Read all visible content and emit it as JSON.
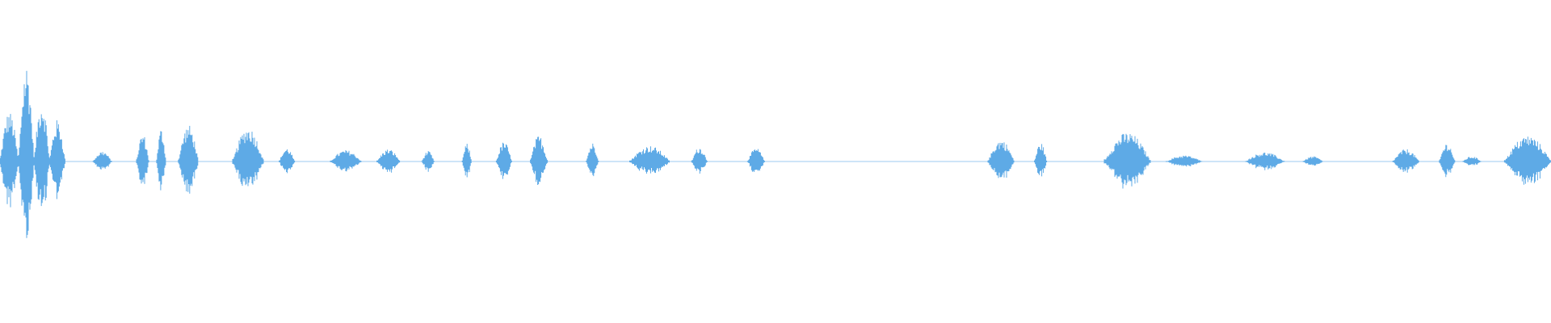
{
  "waveform": {
    "color": "#5eaae6",
    "baseline_color": "#9ccbf0",
    "segments": [
      {
        "start": 0.0,
        "end": 0.012,
        "amp": 0.48
      },
      {
        "start": 0.012,
        "end": 0.022,
        "amp": 0.95
      },
      {
        "start": 0.022,
        "end": 0.032,
        "amp": 0.6
      },
      {
        "start": 0.032,
        "end": 0.042,
        "amp": 0.4
      },
      {
        "start": 0.06,
        "end": 0.072,
        "amp": 0.1
      },
      {
        "start": 0.088,
        "end": 0.096,
        "amp": 0.27
      },
      {
        "start": 0.101,
        "end": 0.107,
        "amp": 0.32
      },
      {
        "start": 0.115,
        "end": 0.128,
        "amp": 0.35
      },
      {
        "start": 0.15,
        "end": 0.17,
        "amp": 0.33
      },
      {
        "start": 0.18,
        "end": 0.19,
        "amp": 0.13
      },
      {
        "start": 0.213,
        "end": 0.233,
        "amp": 0.11
      },
      {
        "start": 0.243,
        "end": 0.258,
        "amp": 0.12
      },
      {
        "start": 0.272,
        "end": 0.28,
        "amp": 0.1
      },
      {
        "start": 0.298,
        "end": 0.304,
        "amp": 0.17
      },
      {
        "start": 0.32,
        "end": 0.33,
        "amp": 0.19
      },
      {
        "start": 0.342,
        "end": 0.353,
        "amp": 0.25
      },
      {
        "start": 0.378,
        "end": 0.386,
        "amp": 0.18
      },
      {
        "start": 0.406,
        "end": 0.432,
        "amp": 0.15
      },
      {
        "start": 0.446,
        "end": 0.456,
        "amp": 0.14
      },
      {
        "start": 0.482,
        "end": 0.493,
        "amp": 0.13
      },
      {
        "start": 0.637,
        "end": 0.654,
        "amp": 0.21
      },
      {
        "start": 0.667,
        "end": 0.675,
        "amp": 0.18
      },
      {
        "start": 0.712,
        "end": 0.742,
        "amp": 0.28
      },
      {
        "start": 0.752,
        "end": 0.775,
        "amp": 0.06
      },
      {
        "start": 0.803,
        "end": 0.828,
        "amp": 0.09
      },
      {
        "start": 0.84,
        "end": 0.853,
        "amp": 0.05
      },
      {
        "start": 0.898,
        "end": 0.915,
        "amp": 0.12
      },
      {
        "start": 0.928,
        "end": 0.938,
        "amp": 0.18
      },
      {
        "start": 0.943,
        "end": 0.955,
        "amp": 0.05
      },
      {
        "start": 0.97,
        "end": 1.0,
        "amp": 0.25
      }
    ]
  }
}
